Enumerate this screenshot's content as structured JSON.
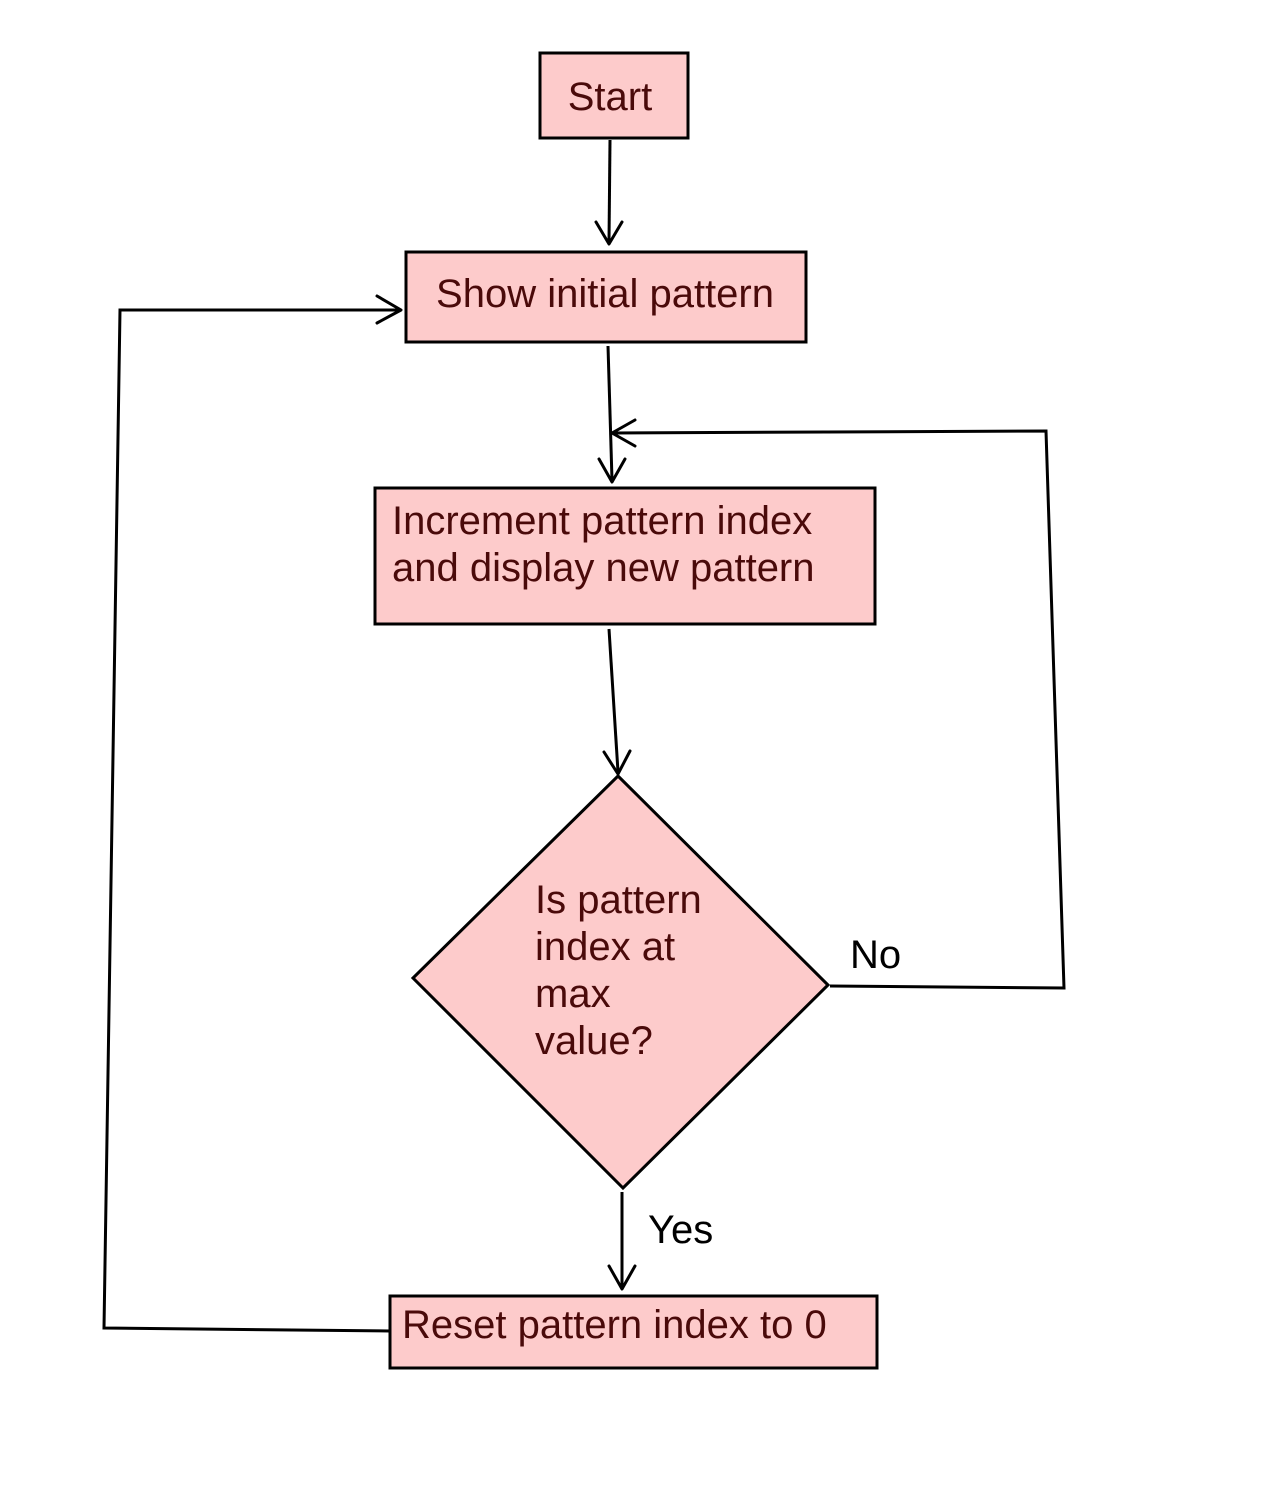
{
  "colors": {
    "node_fill": "#fdcbcb",
    "node_text": "#4a0a0a",
    "label_text": "#000000",
    "line": "#000000"
  },
  "nodes": {
    "start": "Start",
    "show_initial": "Show initial pattern",
    "increment_line1": "Increment pattern index",
    "increment_line2": "and display new pattern",
    "decision_line1": "Is pattern",
    "decision_line2": "index at",
    "decision_line3": "max",
    "decision_line4": "value?",
    "reset": "Reset pattern index to 0"
  },
  "edges": {
    "no_label": "No",
    "yes_label": "Yes"
  }
}
